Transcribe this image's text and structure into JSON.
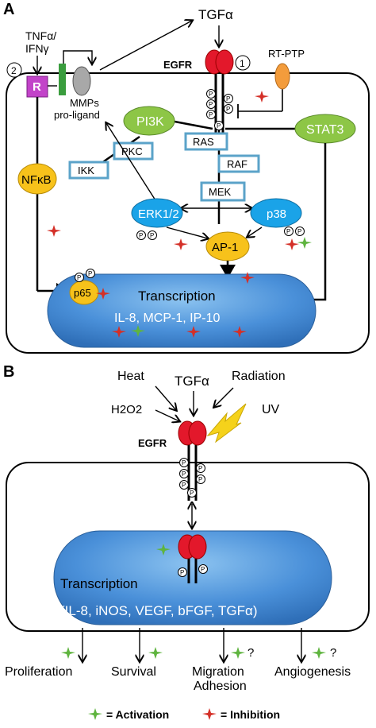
{
  "panel_a": {
    "label": "A",
    "ligand_top": "TGFα",
    "receptor": "EGFR",
    "marker_1": "1",
    "marker_2": "2",
    "tnf": "TNFα/",
    "ifn": "IFNγ",
    "r_box": "R",
    "mmps": "MMPs",
    "pro_ligand": "pro-ligand",
    "rt_ptp": "RT-PTP",
    "pi3k": "PI3K",
    "stat3": "STAT3",
    "pkc": "PKC",
    "ras": "RAS",
    "raf": "RAF",
    "mek": "MEK",
    "ikk": "IKK",
    "nfkb": "NFκB",
    "erk": "ERK1/2",
    "p38": "p38",
    "ap1": "AP-1",
    "p65": "p65",
    "transcription": "Transcription",
    "genes": "IL-8, MCP-1, IP-10",
    "phospho": "P"
  },
  "panel_b": {
    "label": "B",
    "heat": "Heat",
    "ligand": "TGFα",
    "radiation": "Radiation",
    "h2o2": "H2O2",
    "uv": "UV",
    "receptor": "EGFR",
    "transcription": "Transcription",
    "genes": "(IL-8, iNOS, VEGF, bFGF, TGFα)",
    "outcomes": {
      "proliferation": "Proliferation",
      "survival": "Survival",
      "migration": "Migration",
      "adhesion": "Adhesion",
      "angiogenesis": "Angiogenesis",
      "question": "?"
    }
  },
  "legend": {
    "activation": "= Activation",
    "inhibition": "= Inhibition"
  },
  "colors": {
    "receptor_red": "#e3182b",
    "pi3k_green": "#8dc646",
    "nucleus_blue": "#4a90d9",
    "erk_blue": "#1aa3e8",
    "ap1_yellow": "#f7c21b",
    "r_purple": "#c243c9",
    "mmp_green": "#3a9d3e",
    "rtptp_orange": "#f39c3c",
    "activation_star": "#5fb43f",
    "inhibition_star": "#d43028",
    "kinase_box_border": "#5ba3c9"
  }
}
